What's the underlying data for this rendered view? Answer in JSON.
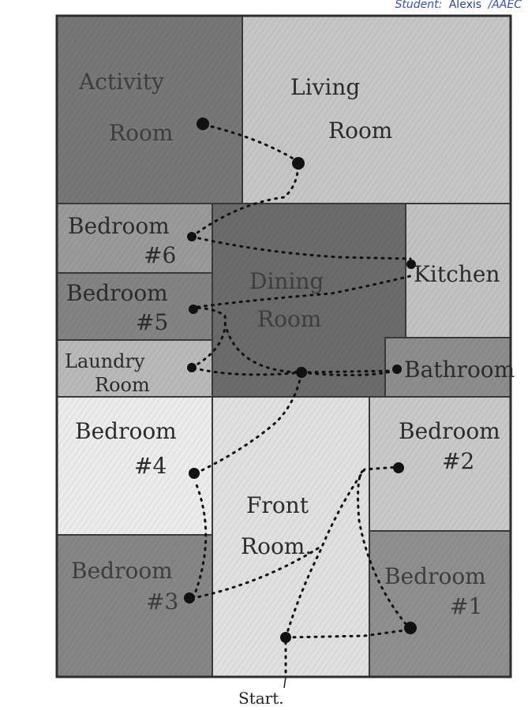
{
  "header": {
    "student_label": "Student:",
    "student_name": "Alexis",
    "class_code": "/AAEC"
  },
  "start_label": "Start.",
  "rooms": {
    "activity_room": [
      "Activity",
      "Room"
    ],
    "living_room": [
      "Living",
      "Room"
    ],
    "bedroom_6": [
      "Bedroom",
      "#6"
    ],
    "bedroom_5": [
      "Bedroom",
      "#5"
    ],
    "laundry_room": [
      "Laundry",
      "Room"
    ],
    "dining_room": [
      "Dining",
      "Room"
    ],
    "kitchen": [
      "Kitchen"
    ],
    "bathroom": [
      "Bathroom"
    ],
    "bedroom_4": [
      "Bedroom",
      "#4"
    ],
    "front_room": [
      "Front",
      "Room."
    ],
    "bedroom_3": [
      "Bedroom",
      "#3"
    ],
    "bedroom_2": [
      "Bedroom",
      "#2"
    ],
    "bedroom_1": [
      "Bedroom",
      "#1"
    ]
  },
  "colors": {
    "light": "#e6e6e6",
    "medium": "#bdbdbd",
    "dark": "#8e8e8e",
    "darker": "#6f6f6f",
    "ink": "#111111",
    "outline": "#3a3a3a"
  }
}
